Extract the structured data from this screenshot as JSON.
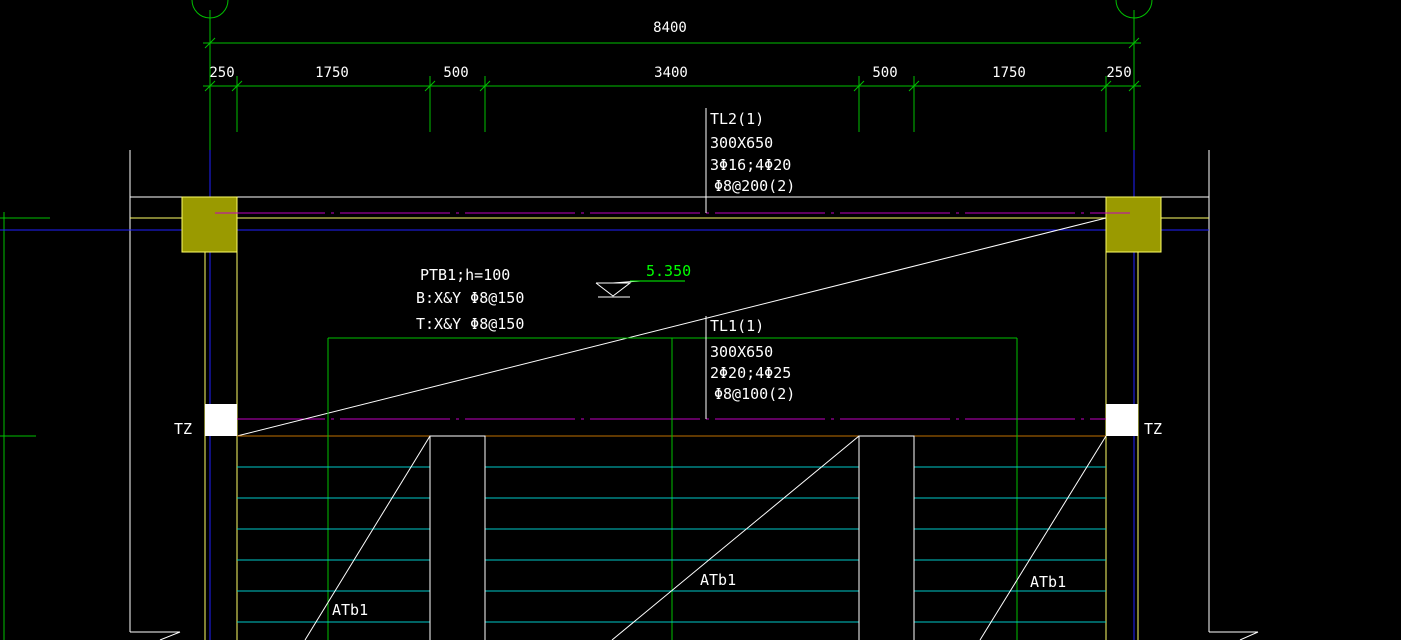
{
  "colors": {
    "background": "#000000",
    "dimension_lines": "#00c000",
    "outline": "#ffffff",
    "axis": "#2020ff",
    "column_fill": "#9a9a00",
    "wall": "#ffff66",
    "centerline": "#c000c0",
    "stair_treads": "#00c8c8",
    "landing_edge": "#c07000",
    "elevation_text": "#00ff00",
    "text": "#ffffff"
  },
  "dimensions": {
    "overall": "8400",
    "segments": [
      "250",
      "1750",
      "500",
      "3400",
      "500",
      "1750",
      "250"
    ]
  },
  "beams": {
    "tl2": {
      "name": "TL2(1)",
      "size": "300X650",
      "rebar": "3Φ16;4Φ20",
      "stirrup": "Φ8@200(2)"
    },
    "tl1": {
      "name": "TL1(1)",
      "size": "300X650",
      "rebar": "2Φ20;4Φ25",
      "stirrup": "Φ8@100(2)"
    }
  },
  "slab": {
    "name": "PTB1;h=100",
    "bottom_rebar": "B:X&Y Φ8@150",
    "top_rebar": "T:X&Y Φ8@150"
  },
  "elevation": "5.350",
  "column_labels": {
    "left": "TZ",
    "right": "TZ"
  },
  "stair_labels": {
    "left": "ATb1",
    "middle": "ATb1",
    "right": "ATb1"
  },
  "icons": {
    "axis_bubble": "axis-bubble-icon",
    "elevation_marker": "elevation-triangle-icon"
  }
}
